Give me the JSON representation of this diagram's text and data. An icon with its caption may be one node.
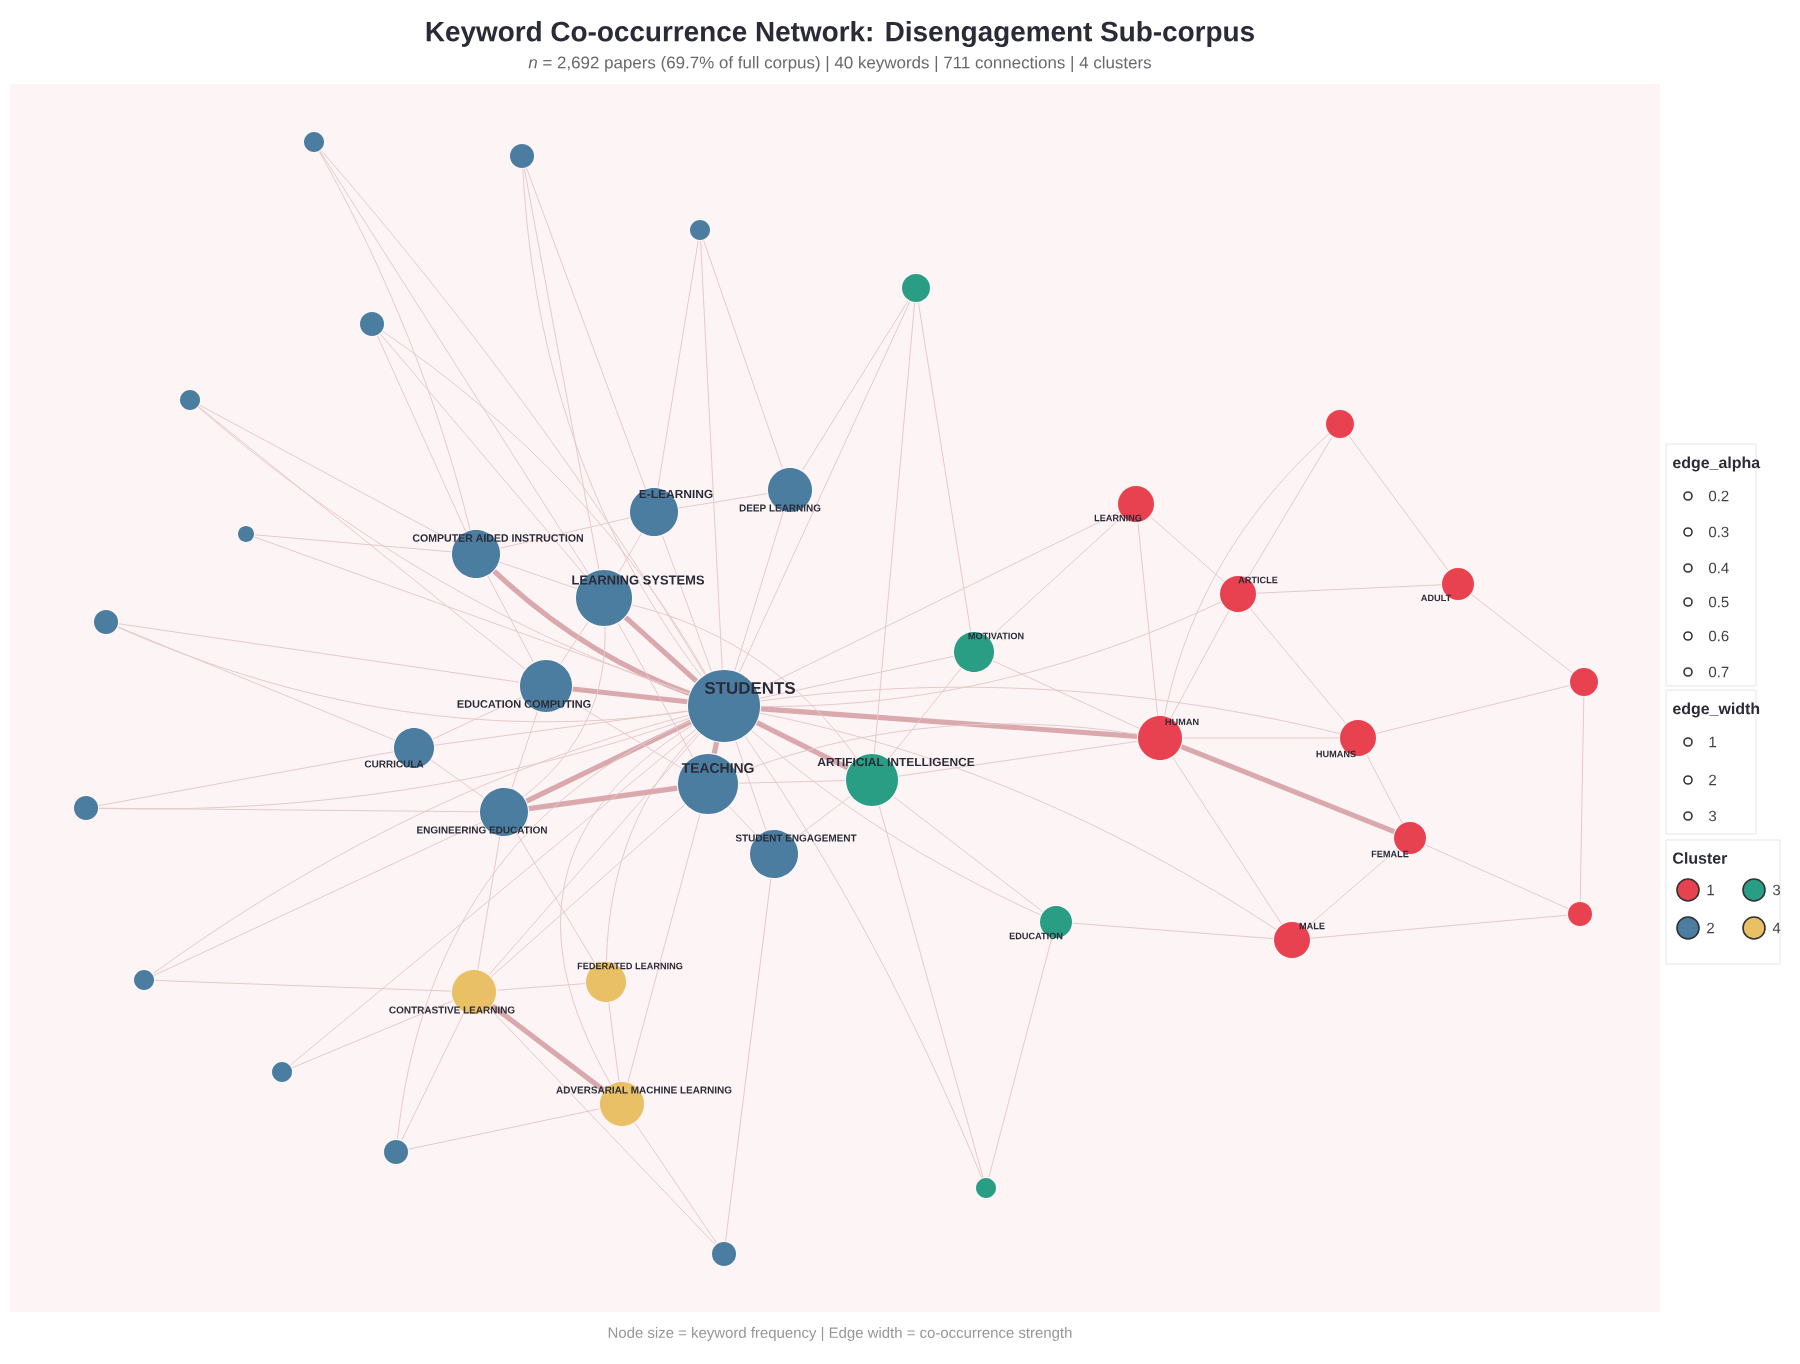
{
  "diagram": {
    "title": "Keyword Co-occurrence Network: Disengagement Sub-corpus",
    "caption": "Node size = keyword frequency  |  Edge width = co-occurrence strength",
    "nodes": [
      {
        "text": [
          "STUDENTS"
        ]
      },
      {
        "text": [
          "TEACHING"
        ]
      },
      {
        "text": [
          "LEARNING SYSTEMS"
        ]
      },
      {
        "text": [
          "E-LEARNING"
        ]
      },
      {
        "text": [
          "DEEP LEARNING"
        ]
      },
      {
        "text": [
          "COMPUTER AIDED INSTRUCTION"
        ]
      },
      {
        "text": [
          "EDUCATION COMPUTING"
        ]
      },
      {
        "text": [
          "CURRICULA"
        ]
      },
      {
        "text": [
          "ENGINEERING EDUCATION"
        ]
      },
      {
        "text": [
          "STUDENT ENGAGEMENT"
        ]
      },
      {
        "text": [
          "ARTIFICIAL INTELLIGENCE"
        ]
      },
      {
        "text": [
          "MOTIVATION"
        ]
      },
      {
        "text": [
          "EDUCATION"
        ]
      },
      {
        "text": [],
        "shape": "circle"
      },
      {
        "text": [],
        "shape": "circle"
      },
      {
        "text": [
          "FEDERATED LEARNING"
        ]
      },
      {
        "text": [
          "CONTRASTIVE LEARNING"
        ]
      },
      {
        "text": [
          "ADVERSARIAL MACHINE LEARNING"
        ]
      },
      {
        "text": [
          "HUMAN"
        ]
      },
      {
        "text": [
          "LEARNING"
        ]
      },
      {
        "text": [
          "ARTICLE"
        ]
      },
      {
        "text": [
          "ADULT"
        ]
      },
      {
        "text": [
          "HUMANS"
        ]
      },
      {
        "text": [
          "FEMALE"
        ]
      },
      {
        "text": [
          "MALE"
        ]
      },
      {
        "text": [],
        "shape": "circle"
      },
      {
        "text": [],
        "shape": "circle"
      },
      {
        "text": [],
        "shape": "circle"
      },
      {
        "text": [],
        "shape": "circle"
      },
      {
        "text": [],
        "shape": "circle"
      },
      {
        "text": [],
        "shape": "circle"
      },
      {
        "text": [],
        "shape": "circle"
      },
      {
        "text": [],
        "shape": "circle"
      },
      {
        "text": [],
        "shape": "circle"
      },
      {
        "text": [],
        "shape": "circle"
      },
      {
        "text": [],
        "shape": "circle"
      },
      {
        "text": [],
        "shape": "circle"
      },
      {
        "text": [],
        "shape": "circle"
      },
      {
        "text": [],
        "shape": "circle"
      },
      {
        "text": [],
        "shape": "circle"
      }
    ],
    "edges": [
      {
        "from": 0,
        "to": 1,
        "arrow": "none",
        "style": "thick"
      },
      {
        "from": 0,
        "to": 2,
        "arrow": "none",
        "style": "thick"
      },
      {
        "from": 0,
        "to": 3,
        "arrow": "none"
      },
      {
        "from": 0,
        "to": 4,
        "arrow": "none"
      },
      {
        "from": 0,
        "to": 5,
        "arrow": "none",
        "style": "thick"
      },
      {
        "from": 0,
        "to": 6,
        "arrow": "none",
        "style": "thick"
      },
      {
        "from": 0,
        "to": 7,
        "arrow": "none"
      },
      {
        "from": 0,
        "to": 8,
        "arrow": "none",
        "style": "thick"
      },
      {
        "from": 0,
        "to": 9,
        "arrow": "none"
      },
      {
        "from": 0,
        "to": 10,
        "arrow": "none",
        "style": "thick"
      },
      {
        "from": 0,
        "to": 11,
        "arrow": "none"
      },
      {
        "from": 0,
        "to": 12,
        "arrow": "none"
      },
      {
        "from": 0,
        "to": 15,
        "arrow": "none"
      },
      {
        "from": 0,
        "to": 16,
        "arrow": "none"
      },
      {
        "from": 0,
        "to": 17,
        "arrow": "none"
      },
      {
        "from": 0,
        "to": 18,
        "arrow": "none",
        "style": "thick"
      },
      {
        "from": 0,
        "to": 19,
        "arrow": "none"
      },
      {
        "from": 0,
        "to": 20,
        "arrow": "none"
      },
      {
        "from": 0,
        "to": 22,
        "arrow": "none"
      },
      {
        "from": 0,
        "to": 24,
        "arrow": "none"
      },
      {
        "from": 1,
        "to": 2,
        "arrow": "none"
      },
      {
        "from": 1,
        "to": 6,
        "arrow": "none"
      },
      {
        "from": 1,
        "to": 8,
        "arrow": "none",
        "style": "thick"
      },
      {
        "from": 1,
        "to": 9,
        "arrow": "none"
      },
      {
        "from": 1,
        "to": 10,
        "arrow": "none"
      },
      {
        "from": 1,
        "to": 16,
        "arrow": "none"
      },
      {
        "from": 1,
        "to": 17,
        "arrow": "none"
      },
      {
        "from": 1,
        "to": 18,
        "arrow": "none"
      },
      {
        "from": 2,
        "to": 3,
        "arrow": "none"
      },
      {
        "from": 2,
        "to": 5,
        "arrow": "none"
      },
      {
        "from": 2,
        "to": 6,
        "arrow": "none"
      },
      {
        "from": 2,
        "to": 8,
        "arrow": "none"
      },
      {
        "from": 2,
        "to": 10,
        "arrow": "none"
      },
      {
        "from": 3,
        "to": 4,
        "arrow": "none"
      },
      {
        "from": 3,
        "to": 5,
        "arrow": "none"
      },
      {
        "from": 5,
        "to": 6,
        "arrow": "none"
      },
      {
        "from": 6,
        "to": 7,
        "arrow": "none"
      },
      {
        "from": 6,
        "to": 8,
        "arrow": "none"
      },
      {
        "from": 7,
        "to": 8,
        "arrow": "none"
      },
      {
        "from": 8,
        "to": 16,
        "arrow": "none"
      },
      {
        "from": 8,
        "to": 15,
        "arrow": "none"
      },
      {
        "from": 10,
        "to": 11,
        "arrow": "none"
      },
      {
        "from": 10,
        "to": 12,
        "arrow": "none"
      },
      {
        "from": 10,
        "to": 18,
        "arrow": "none"
      },
      {
        "from": 10,
        "to": 9,
        "arrow": "none"
      },
      {
        "from": 11,
        "to": 18,
        "arrow": "none"
      },
      {
        "from": 11,
        "to": 19,
        "arrow": "none"
      },
      {
        "from": 15,
        "to": 16,
        "arrow": "none"
      },
      {
        "from": 16,
        "to": 17,
        "arrow": "none",
        "style": "thick"
      },
      {
        "from": 15,
        "to": 17,
        "arrow": "none"
      },
      {
        "from": 18,
        "to": 19,
        "arrow": "none"
      },
      {
        "from": 18,
        "to": 20,
        "arrow": "none"
      },
      {
        "from": 18,
        "to": 22,
        "arrow": "none"
      },
      {
        "from": 18,
        "to": 23,
        "arrow": "none",
        "style": "thick"
      },
      {
        "from": 18,
        "to": 24,
        "arrow": "none"
      },
      {
        "from": 19,
        "to": 20,
        "arrow": "none"
      },
      {
        "from": 20,
        "to": 21,
        "arrow": "none"
      },
      {
        "from": 20,
        "to": 22,
        "arrow": "none"
      },
      {
        "from": 22,
        "to": 23,
        "arrow": "none"
      },
      {
        "from": 23,
        "to": 24,
        "arrow": "none"
      },
      {
        "from": 21,
        "to": 26,
        "arrow": "none"
      },
      {
        "from": 22,
        "to": 26,
        "arrow": "none"
      },
      {
        "from": 23,
        "to": 27,
        "arrow": "none"
      },
      {
        "from": 24,
        "to": 27,
        "arrow": "none"
      },
      {
        "from": 25,
        "to": 18,
        "arrow": "none"
      },
      {
        "from": 25,
        "to": 20,
        "arrow": "none"
      },
      {
        "from": 25,
        "to": 21,
        "arrow": "none"
      },
      {
        "from": 26,
        "to": 27,
        "arrow": "none"
      },
      {
        "from": 28,
        "to": 5,
        "arrow": "none"
      },
      {
        "from": 28,
        "to": 2,
        "arrow": "none"
      },
      {
        "from": 28,
        "to": 0,
        "arrow": "none"
      },
      {
        "from": 29,
        "to": 0,
        "arrow": "none"
      },
      {
        "from": 29,
        "to": 2,
        "arrow": "none"
      },
      {
        "from": 29,
        "to": 3,
        "arrow": "none"
      },
      {
        "from": 30,
        "to": 0,
        "arrow": "none"
      },
      {
        "from": 30,
        "to": 3,
        "arrow": "none"
      },
      {
        "from": 30,
        "to": 4,
        "arrow": "none"
      },
      {
        "from": 31,
        "to": 5,
        "arrow": "none"
      },
      {
        "from": 31,
        "to": 0,
        "arrow": "none"
      },
      {
        "from": 31,
        "to": 2,
        "arrow": "none"
      },
      {
        "from": 32,
        "to": 5,
        "arrow": "none"
      },
      {
        "from": 32,
        "to": 0,
        "arrow": "none"
      },
      {
        "from": 32,
        "to": 6,
        "arrow": "none"
      },
      {
        "from": 33,
        "to": 0,
        "arrow": "none"
      },
      {
        "from": 33,
        "to": 5,
        "arrow": "none"
      },
      {
        "from": 34,
        "to": 6,
        "arrow": "none"
      },
      {
        "from": 34,
        "to": 0,
        "arrow": "none"
      },
      {
        "from": 34,
        "to": 7,
        "arrow": "none"
      },
      {
        "from": 35,
        "to": 8,
        "arrow": "none"
      },
      {
        "from": 35,
        "to": 0,
        "arrow": "none"
      },
      {
        "from": 35,
        "to": 7,
        "arrow": "none"
      },
      {
        "from": 36,
        "to": 16,
        "arrow": "none"
      },
      {
        "from": 36,
        "to": 0,
        "arrow": "none"
      },
      {
        "from": 36,
        "to": 8,
        "arrow": "none"
      },
      {
        "from": 37,
        "to": 16,
        "arrow": "none"
      },
      {
        "from": 37,
        "to": 0,
        "arrow": "none"
      },
      {
        "from": 38,
        "to": 16,
        "arrow": "none"
      },
      {
        "from": 38,
        "to": 0,
        "arrow": "none"
      },
      {
        "from": 38,
        "to": 17,
        "arrow": "none"
      },
      {
        "from": 39,
        "to": 17,
        "arrow": "none"
      },
      {
        "from": 39,
        "to": 16,
        "arrow": "none"
      },
      {
        "from": 39,
        "to": 9,
        "arrow": "none"
      },
      {
        "from": 13,
        "to": 0,
        "arrow": "none"
      },
      {
        "from": 13,
        "to": 10,
        "arrow": "none"
      },
      {
        "from": 13,
        "to": 11,
        "arrow": "none"
      },
      {
        "from": 13,
        "to": 4,
        "arrow": "none"
      },
      {
        "from": 14,
        "to": 0,
        "arrow": "none"
      },
      {
        "from": 14,
        "to": 10,
        "arrow": "none"
      },
      {
        "from": 14,
        "to": 12,
        "arrow": "none"
      },
      {
        "from": 12,
        "to": 24,
        "arrow": "none"
      }
    ],
    "labels": [
      "*n* = 2,692 papers (69.7% of full corpus)  |  40 keywords  |  711 connections  |  4 clusters",
      "edge_alpha",
      "edge_width",
      "Cluster"
    ],
    "legend": [
      {
        "text": "0.2"
      },
      {
        "text": "0.3"
      },
      {
        "text": "0.4"
      },
      {
        "text": "0.5"
      },
      {
        "text": "0.6"
      },
      {
        "text": "0.7"
      },
      {
        "text": "1"
      },
      {
        "text": "2"
      },
      {
        "text": "3"
      },
      {
        "text": "1",
        "color": "#e8414f"
      },
      {
        "text": "3",
        "color": "#2a9d85"
      },
      {
        "text": "2",
        "color": "#4a7d9f"
      },
      {
        "text": "4",
        "color": "#e9c065"
      }
    ]
  }
}
